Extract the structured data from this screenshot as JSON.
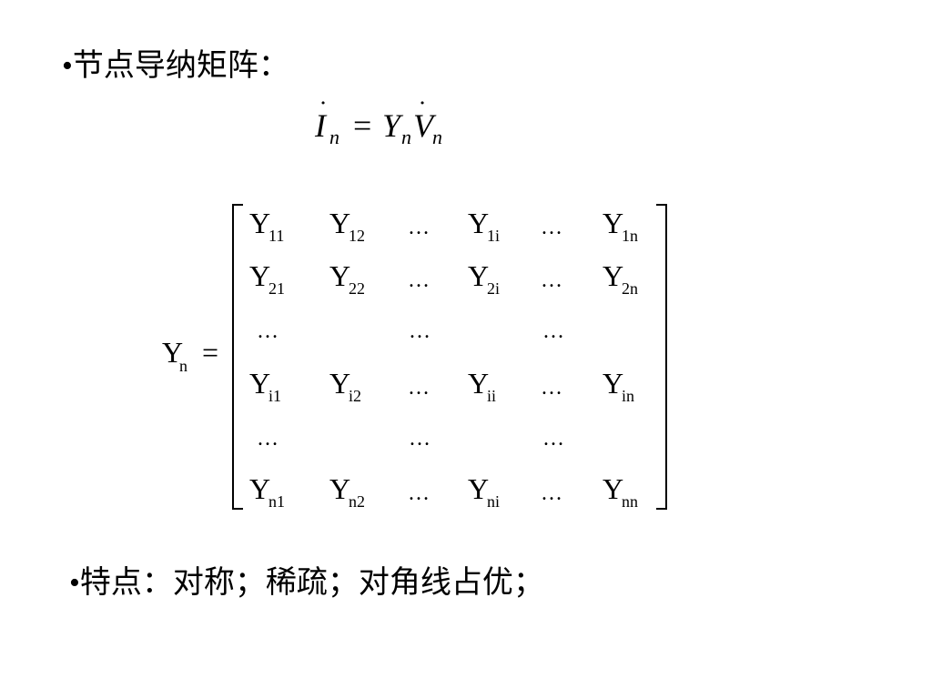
{
  "line1": {
    "bullet": "•",
    "text": "节点导纳矩阵："
  },
  "equation": {
    "lhs_symbol": "I",
    "lhs_sub": "n",
    "equals": "=",
    "rhs_y_symbol": "Y",
    "rhs_y_sub": "n",
    "rhs_v_symbol": "V",
    "rhs_v_sub": "n",
    "dot_mark": "˙"
  },
  "matrix": {
    "lhs_symbol": "Y",
    "lhs_sub": "n",
    "equals": "=",
    "ellipsis": "…",
    "rows": [
      [
        "11",
        "12",
        "…",
        "1i",
        "…",
        "1n"
      ],
      [
        "21",
        "22",
        "…",
        "2i",
        "…",
        "2n"
      ],
      [
        "…",
        "",
        "…",
        "",
        "…",
        ""
      ],
      [
        "i1",
        "i2",
        "…",
        "ii",
        "…",
        "in"
      ],
      [
        "…",
        "",
        "…",
        "",
        "…",
        ""
      ],
      [
        "n1",
        "n2",
        "…",
        "ni",
        "…",
        "nn"
      ]
    ]
  },
  "line2": {
    "bullet": "•",
    "text": "特点：对称；稀疏；对角线占优；"
  }
}
